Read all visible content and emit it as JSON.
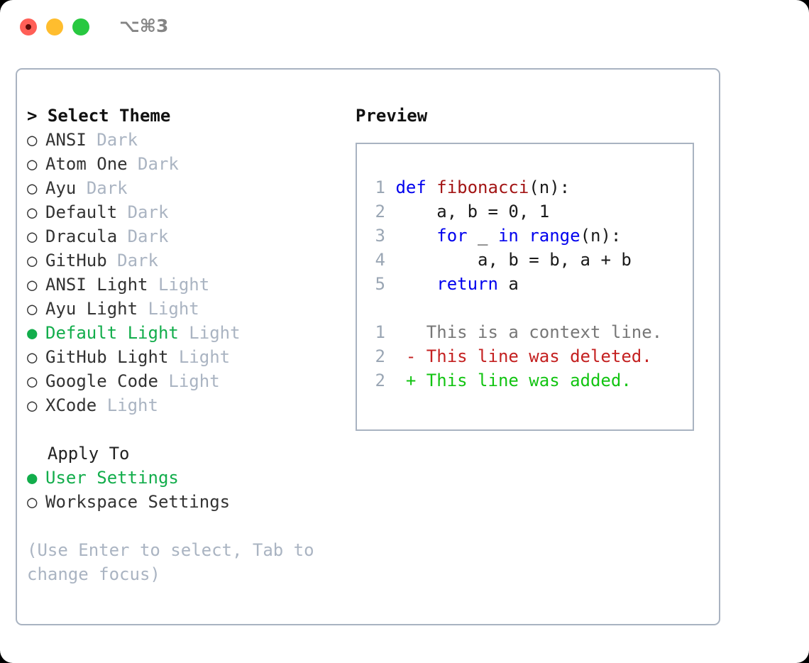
{
  "titlebar": {
    "shortcut": "⌥⌘3",
    "buttons": [
      "close",
      "minimize",
      "maximize"
    ]
  },
  "left_pane": {
    "header": "> Select Theme",
    "themes": [
      {
        "marker": "○",
        "name": "ANSI",
        "category": "Dark",
        "selected": false
      },
      {
        "marker": "○",
        "name": "Atom One",
        "category": "Dark",
        "selected": false
      },
      {
        "marker": "○",
        "name": "Ayu",
        "category": "Dark",
        "selected": false
      },
      {
        "marker": "○",
        "name": "Default",
        "category": "Dark",
        "selected": false
      },
      {
        "marker": "○",
        "name": "Dracula",
        "category": "Dark",
        "selected": false
      },
      {
        "marker": "○",
        "name": "GitHub",
        "category": "Dark",
        "selected": false
      },
      {
        "marker": "○",
        "name": "ANSI Light",
        "category": "Light",
        "selected": false
      },
      {
        "marker": "○",
        "name": "Ayu Light",
        "category": "Light",
        "selected": false
      },
      {
        "marker": "●",
        "name": "Default Light",
        "category": "Light",
        "selected": true
      },
      {
        "marker": "○",
        "name": "GitHub Light",
        "category": "Light",
        "selected": false
      },
      {
        "marker": "○",
        "name": "Google Code",
        "category": "Light",
        "selected": false
      },
      {
        "marker": "○",
        "name": "XCode",
        "category": "Light",
        "selected": false
      }
    ],
    "apply_to": {
      "title": "Apply To",
      "options": [
        {
          "marker": "●",
          "label": "User Settings",
          "selected": true
        },
        {
          "marker": "○",
          "label": "Workspace Settings",
          "selected": false
        }
      ]
    },
    "hint_line_1": "(Use Enter to select, Tab to",
    "hint_line_2": "change focus)"
  },
  "right_pane": {
    "header": "Preview",
    "code_lines": [
      {
        "n": "1",
        "tokens": [
          {
            "t": "def ",
            "c": "kw"
          },
          {
            "t": "fibonacci",
            "c": "fn"
          },
          {
            "t": "(n):",
            "c": "plain"
          }
        ]
      },
      {
        "n": "2",
        "tokens": [
          {
            "t": "    a, b = 0, 1",
            "c": "plain"
          }
        ]
      },
      {
        "n": "3",
        "tokens": [
          {
            "t": "    ",
            "c": "plain"
          },
          {
            "t": "for",
            "c": "kw"
          },
          {
            "t": " _ ",
            "c": "plain"
          },
          {
            "t": "in",
            "c": "kw"
          },
          {
            "t": " ",
            "c": "plain"
          },
          {
            "t": "range",
            "c": "bi"
          },
          {
            "t": "(n):",
            "c": "plain"
          }
        ]
      },
      {
        "n": "4",
        "tokens": [
          {
            "t": "        a, b = b, a + b",
            "c": "plain"
          }
        ]
      },
      {
        "n": "5",
        "tokens": [
          {
            "t": "    ",
            "c": "plain"
          },
          {
            "t": "return",
            "c": "kw"
          },
          {
            "t": " a",
            "c": "plain"
          }
        ]
      }
    ],
    "diff_lines": [
      {
        "n": "1",
        "sign": " ",
        "text": "This is a context line.",
        "kind": "context"
      },
      {
        "n": "2",
        "sign": "-",
        "text": "This line was deleted.",
        "kind": "deleted"
      },
      {
        "n": "2",
        "sign": "+",
        "text": "This line was added.",
        "kind": "added"
      }
    ]
  },
  "colors": {
    "accent_green": "#12ad4b",
    "border": "#a9b3c1",
    "muted": "#aab4c2",
    "keyword": "#0000ee",
    "function": "#a31515",
    "diff_added": "#12c412",
    "diff_deleted": "#c42121",
    "traffic_red": "#ff5f57",
    "traffic_yellow": "#ffbd2e",
    "traffic_green": "#28c840"
  }
}
